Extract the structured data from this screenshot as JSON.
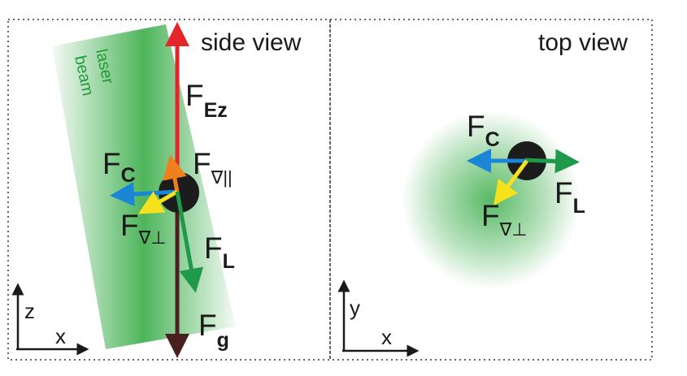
{
  "panels": {
    "side": {
      "title": "side view"
    },
    "top": {
      "title": "top view"
    }
  },
  "beam_label": [
    "laser",
    "beam"
  ],
  "forces": {
    "side": {
      "F_Ez": {
        "main": "F",
        "sub": "Ez"
      },
      "F_C": {
        "main": "F",
        "sub": "C"
      },
      "F_grad_par": {
        "main": "F",
        "sub": "∇||"
      },
      "F_grad_perp": {
        "main": "F",
        "sub": "∇⊥"
      },
      "F_L": {
        "main": "F",
        "sub": "L"
      },
      "F_g": {
        "main": "F",
        "sub": "g"
      }
    },
    "top": {
      "F_C": {
        "main": "F",
        "sub": "C"
      },
      "F_L": {
        "main": "F",
        "sub": "L"
      },
      "F_grad_perp": {
        "main": "F",
        "sub": "∇⊥"
      }
    }
  },
  "axes": {
    "side": {
      "vertical": "z",
      "horizontal": "x"
    },
    "top": {
      "vertical": "y",
      "horizontal": "x"
    }
  },
  "colors": {
    "F_Ez": "#e3262b",
    "F_C": "#1c86d6",
    "F_grad_par": "#f07f1e",
    "F_grad_perp": "#f5e11c",
    "F_L": "#1f9a4a",
    "F_g": "#4a1f1f",
    "beam": "#2ea83e",
    "particle": "#1c1c1c"
  }
}
